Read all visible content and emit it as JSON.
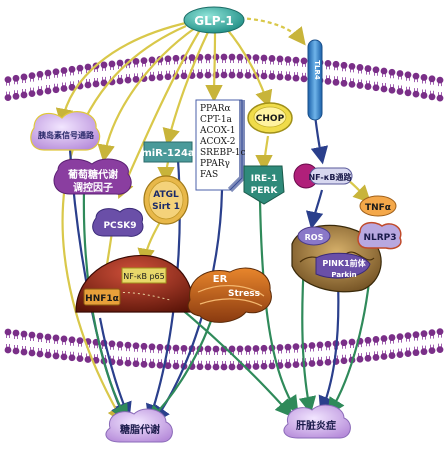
{
  "nodes": {
    "glp1": "GLP-1",
    "insulin_pathway": "胰岛素信号通路",
    "glucose_line1": "葡萄糖代谢",
    "glucose_line2": "调控因子",
    "mir124a": "miR-124a",
    "atgl_line1": "ATGL",
    "atgl_line2": "Sirt 1",
    "pcsk9": "PCSK9",
    "nfkb_p65": "NF-κB p65",
    "hnf1a": "HNF1α",
    "chop": "CHOP",
    "ire1_line1": "IRE-1",
    "ire1_line2": "PERK",
    "er": "ER",
    "stress": "Stress",
    "tlr4": "TLR4",
    "nfkb_pathway": "NF-κB通路",
    "tnfa": "TNFα",
    "ros": "ROS",
    "nlrp3": "NLRP3",
    "pink1_line1": "PINK1前体",
    "pink1_line2": "Parkin",
    "lipid_metabolism": "糖脂代谢",
    "liver_inflammation": "肝脏炎症"
  },
  "gene_list": [
    "PPARα",
    "CPT-1a",
    "ACOX-1",
    "ACOX-2",
    "SREBP-1c",
    "PPARγ",
    "FAS"
  ],
  "colors": {
    "membrane_bead": "#7a2f88",
    "membrane_tail": "#a060b0",
    "glp1_fill": "#3bb3a8",
    "arrow_yellow": "#d9c84a",
    "arrow_blue": "#2a3f8c",
    "arrow_green": "#2f8a5a",
    "cloud_fill": "#c9a8e6",
    "nucleus": "#8a2a1a",
    "er_fill": "#b8561a"
  }
}
